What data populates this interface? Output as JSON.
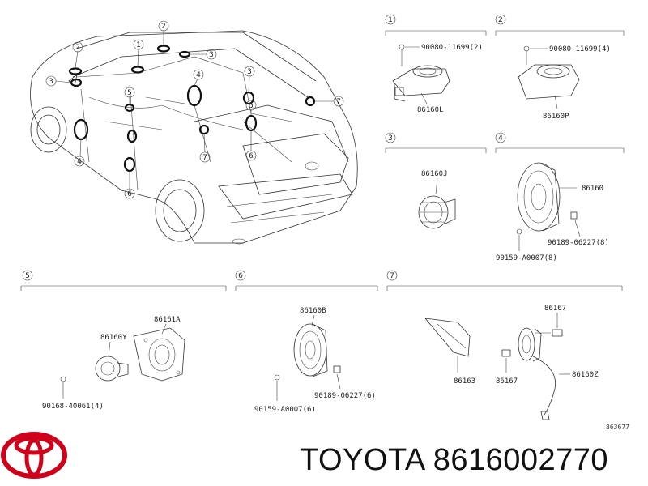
{
  "brand": {
    "name": "TOYOTA",
    "part_number": "8616002770",
    "logo_color": "#d0021b"
  },
  "diagram": {
    "reference_code": "863677",
    "car_callouts": [
      "2",
      "1",
      "2",
      "3",
      "3",
      "3",
      "5",
      "4",
      "7",
      "4",
      "5",
      "6",
      "7",
      "6"
    ],
    "sections": [
      {
        "number": "1",
        "parts": [
          "90080-11699(2)",
          "86160L"
        ]
      },
      {
        "number": "2",
        "parts": [
          "90080-11699(4)",
          "86160P"
        ]
      },
      {
        "number": "3",
        "parts": [
          "86160J"
        ]
      },
      {
        "number": "4",
        "parts": [
          "86160",
          "90189-06227(8)",
          "90159-A0007(8)"
        ]
      },
      {
        "number": "5",
        "parts": [
          "86161A",
          "86160Y",
          "90168-40061(4)"
        ]
      },
      {
        "number": "6",
        "parts": [
          "86160B",
          "90189-06227(6)",
          "90159-A0007(6)"
        ]
      },
      {
        "number": "7",
        "parts": [
          "86167",
          "86163",
          "86167",
          "86160Z"
        ]
      }
    ]
  }
}
